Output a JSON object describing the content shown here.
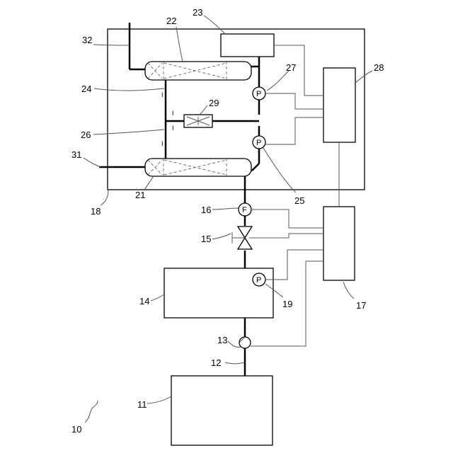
{
  "diagram": {
    "numerals": {
      "n10": "10",
      "n11": "11",
      "n12": "12",
      "n13": "13",
      "n14": "14",
      "n15": "15",
      "n16": "16",
      "n17": "17",
      "n18": "18",
      "n19": "19",
      "n21": "21",
      "n22": "22",
      "n23": "23",
      "n24": "24",
      "n25": "25",
      "n26": "26",
      "n27": "27",
      "n28": "28",
      "n29": "29",
      "n31": "31",
      "n32": "32"
    },
    "symbols": {
      "pump": "P",
      "flowmeter": "F",
      "mark": "I"
    }
  }
}
